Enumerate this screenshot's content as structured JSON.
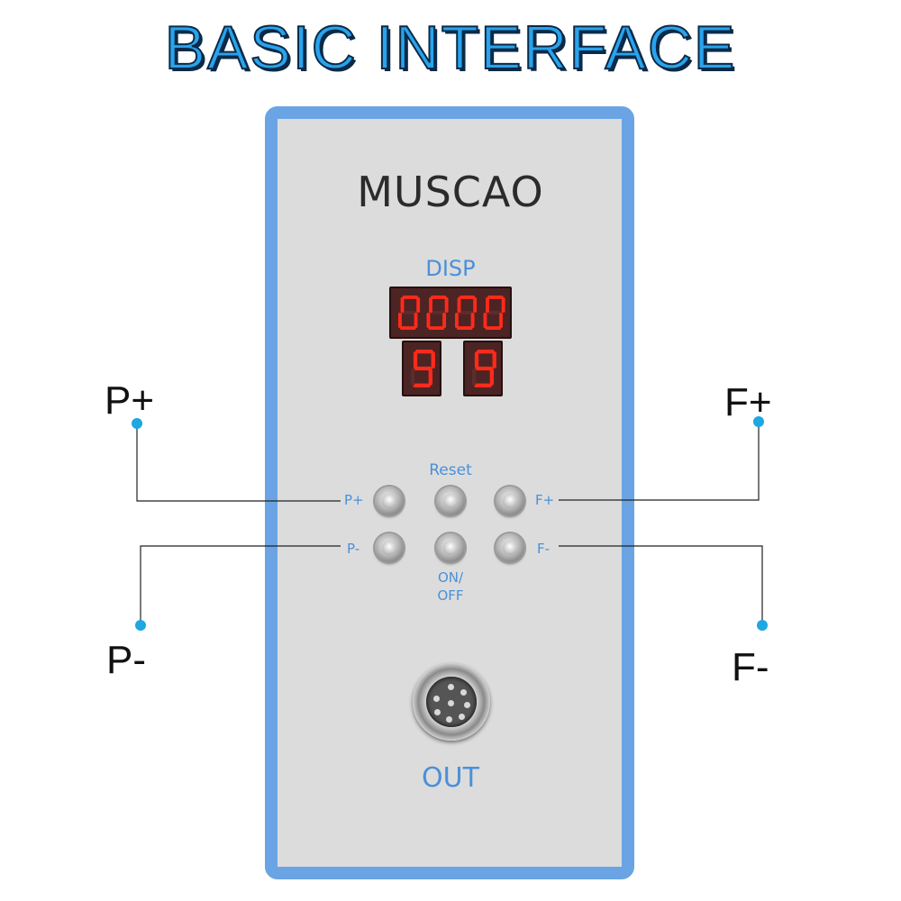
{
  "title": "BASIC INTERFACE",
  "device": {
    "brand": "MUSCAO",
    "display_label": "DISP",
    "display_top": "0000",
    "display_left": "9",
    "display_right": "9",
    "buttons": {
      "p_plus": "P+",
      "p_minus": "P-",
      "reset": "Reset",
      "on_off_line1": "ON/",
      "on_off_line2": "OFF",
      "f_plus": "F+",
      "f_minus": "F-"
    },
    "output_label": "OUT"
  },
  "callouts": {
    "p_plus": "P+",
    "f_plus": "F+",
    "p_minus": "P-",
    "f_minus": "F-"
  },
  "colors": {
    "title": "#29a3ec",
    "panel_border": "#6aa4e4",
    "panel_bg": "#dcdcdc",
    "label_blue": "#4a90d9",
    "led_on": "#ff2a1a",
    "dot": "#1ea7e0"
  }
}
